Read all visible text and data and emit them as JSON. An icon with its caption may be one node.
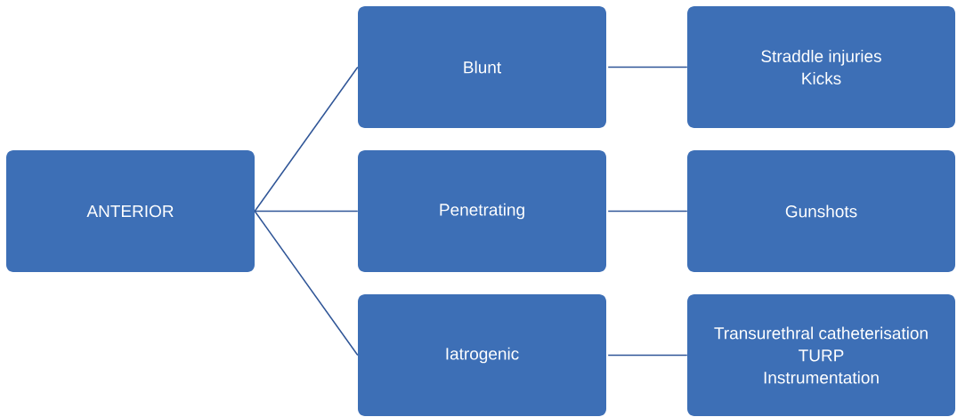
{
  "diagram": {
    "nodes": [
      {
        "text": [
          "ANTERIOR"
        ]
      },
      {
        "text": [
          "Blunt"
        ]
      },
      {
        "text": [
          "Straddle injuries",
          "Kicks"
        ]
      },
      {
        "text": [
          "Penetrating"
        ]
      },
      {
        "text": [
          "Gunshots"
        ]
      },
      {
        "text": [
          "Iatrogenic"
        ]
      },
      {
        "text": [
          "Transurethral catheterisation",
          "TURP",
          "Instrumentation"
        ]
      }
    ],
    "edges": [
      {
        "from": 0,
        "to": 1,
        "arrow": "none"
      },
      {
        "from": 0,
        "to": 3,
        "arrow": "none"
      },
      {
        "from": 0,
        "to": 5,
        "arrow": "none"
      },
      {
        "from": 1,
        "to": 2,
        "arrow": "none"
      },
      {
        "from": 3,
        "to": 4,
        "arrow": "none"
      },
      {
        "from": 5,
        "to": 6,
        "arrow": "none"
      }
    ]
  }
}
